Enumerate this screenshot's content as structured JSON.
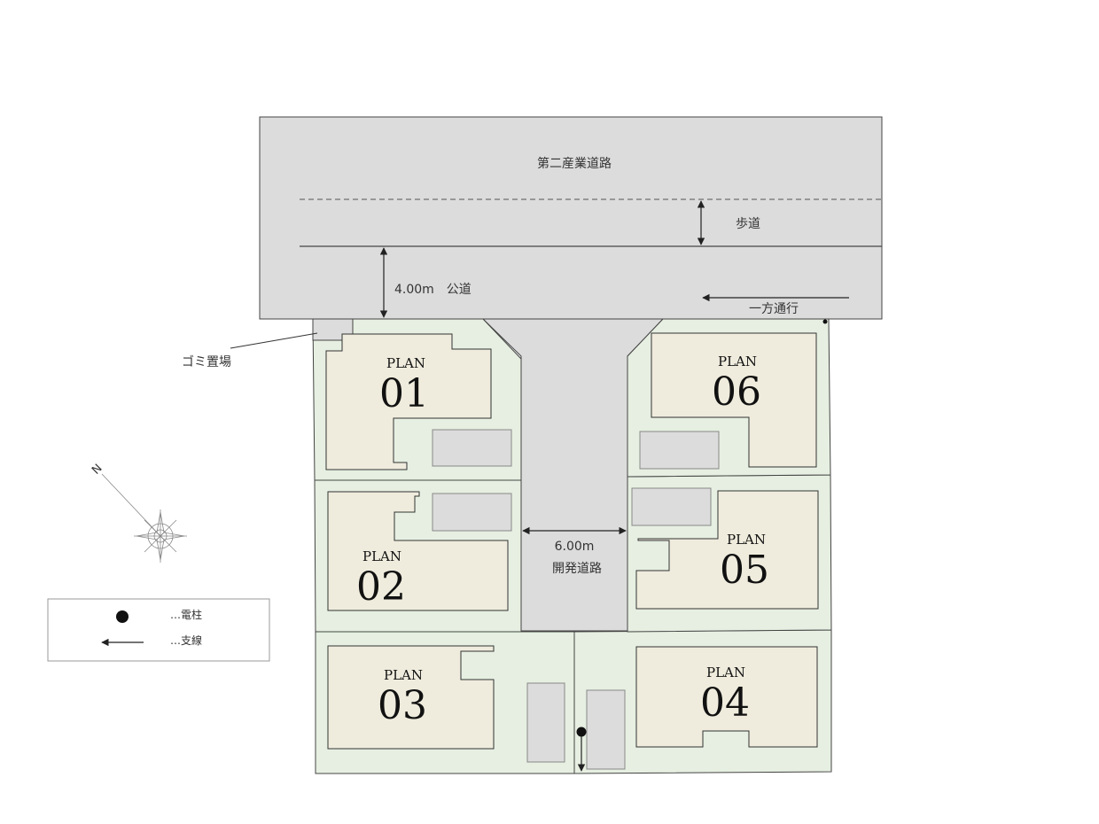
{
  "labels": {
    "main_road": "第二産業道路",
    "sidewalk": "歩道",
    "public_road": "4.00m　公道",
    "one_way": "一方通行",
    "garbage": "ゴミ置場",
    "dev_road_width": "6.00m",
    "dev_road_name": "開発道路"
  },
  "plans": [
    {
      "prefix": "PLAN",
      "number": "01"
    },
    {
      "prefix": "PLAN",
      "number": "02"
    },
    {
      "prefix": "PLAN",
      "number": "03"
    },
    {
      "prefix": "PLAN",
      "number": "04"
    },
    {
      "prefix": "PLAN",
      "number": "05"
    },
    {
      "prefix": "PLAN",
      "number": "06"
    }
  ],
  "legend": {
    "pole": "…電柱",
    "guy_wire": "…支線"
  },
  "compass": {
    "north": "N"
  },
  "colors": {
    "road": "#dcdcdc",
    "lot": "#e6efe1",
    "building": "#efecdd",
    "parking": "#dcdcdc",
    "line": "#333333"
  }
}
